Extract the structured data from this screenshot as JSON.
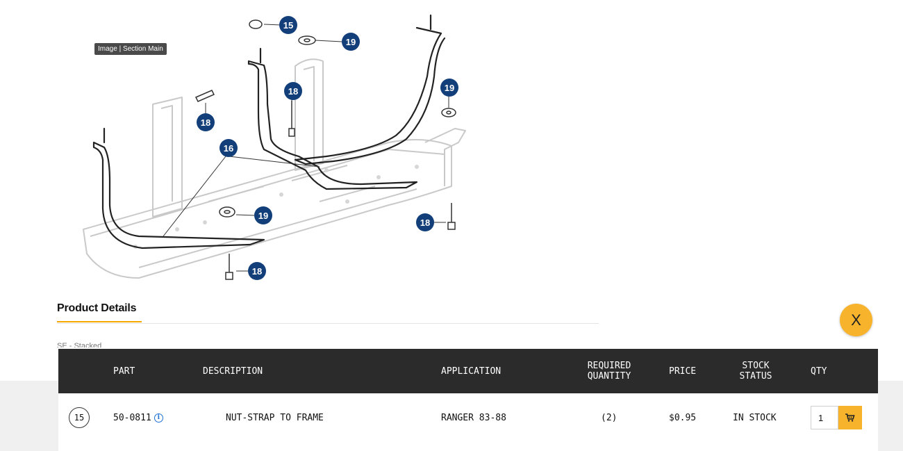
{
  "diagram": {
    "tooltip": "Image | Section Main",
    "callouts": [
      "15",
      "19",
      "18",
      "19",
      "18",
      "16",
      "19",
      "18",
      "18"
    ]
  },
  "product_details": {
    "title": "Product Details",
    "truncated_text": "SE - Stacked"
  },
  "close_button": {
    "label": "X"
  },
  "table": {
    "headers": {
      "part": "PART",
      "description": "DESCRIPTION",
      "application": "APPLICATION",
      "required_quantity_1": "REQUIRED",
      "required_quantity_2": "QUANTITY",
      "price": "PRICE",
      "stock_status_1": "STOCK",
      "stock_status_2": "STATUS",
      "qty": "QTY"
    },
    "rows": [
      {
        "ref": "15",
        "part": "50-0811",
        "description": "NUT-STRAP TO FRAME",
        "application": "RANGER 83-88",
        "required_quantity": "(2)",
        "price": "$0.95",
        "stock_status": "IN STOCK",
        "qty": "1"
      }
    ]
  },
  "colors": {
    "accent": "#f7b32b",
    "callout": "#123f7a",
    "header_bg": "#2b2b2b",
    "info": "#1d6fd6"
  },
  "icons": [
    "info-icon",
    "cart-icon",
    "close-icon"
  ]
}
